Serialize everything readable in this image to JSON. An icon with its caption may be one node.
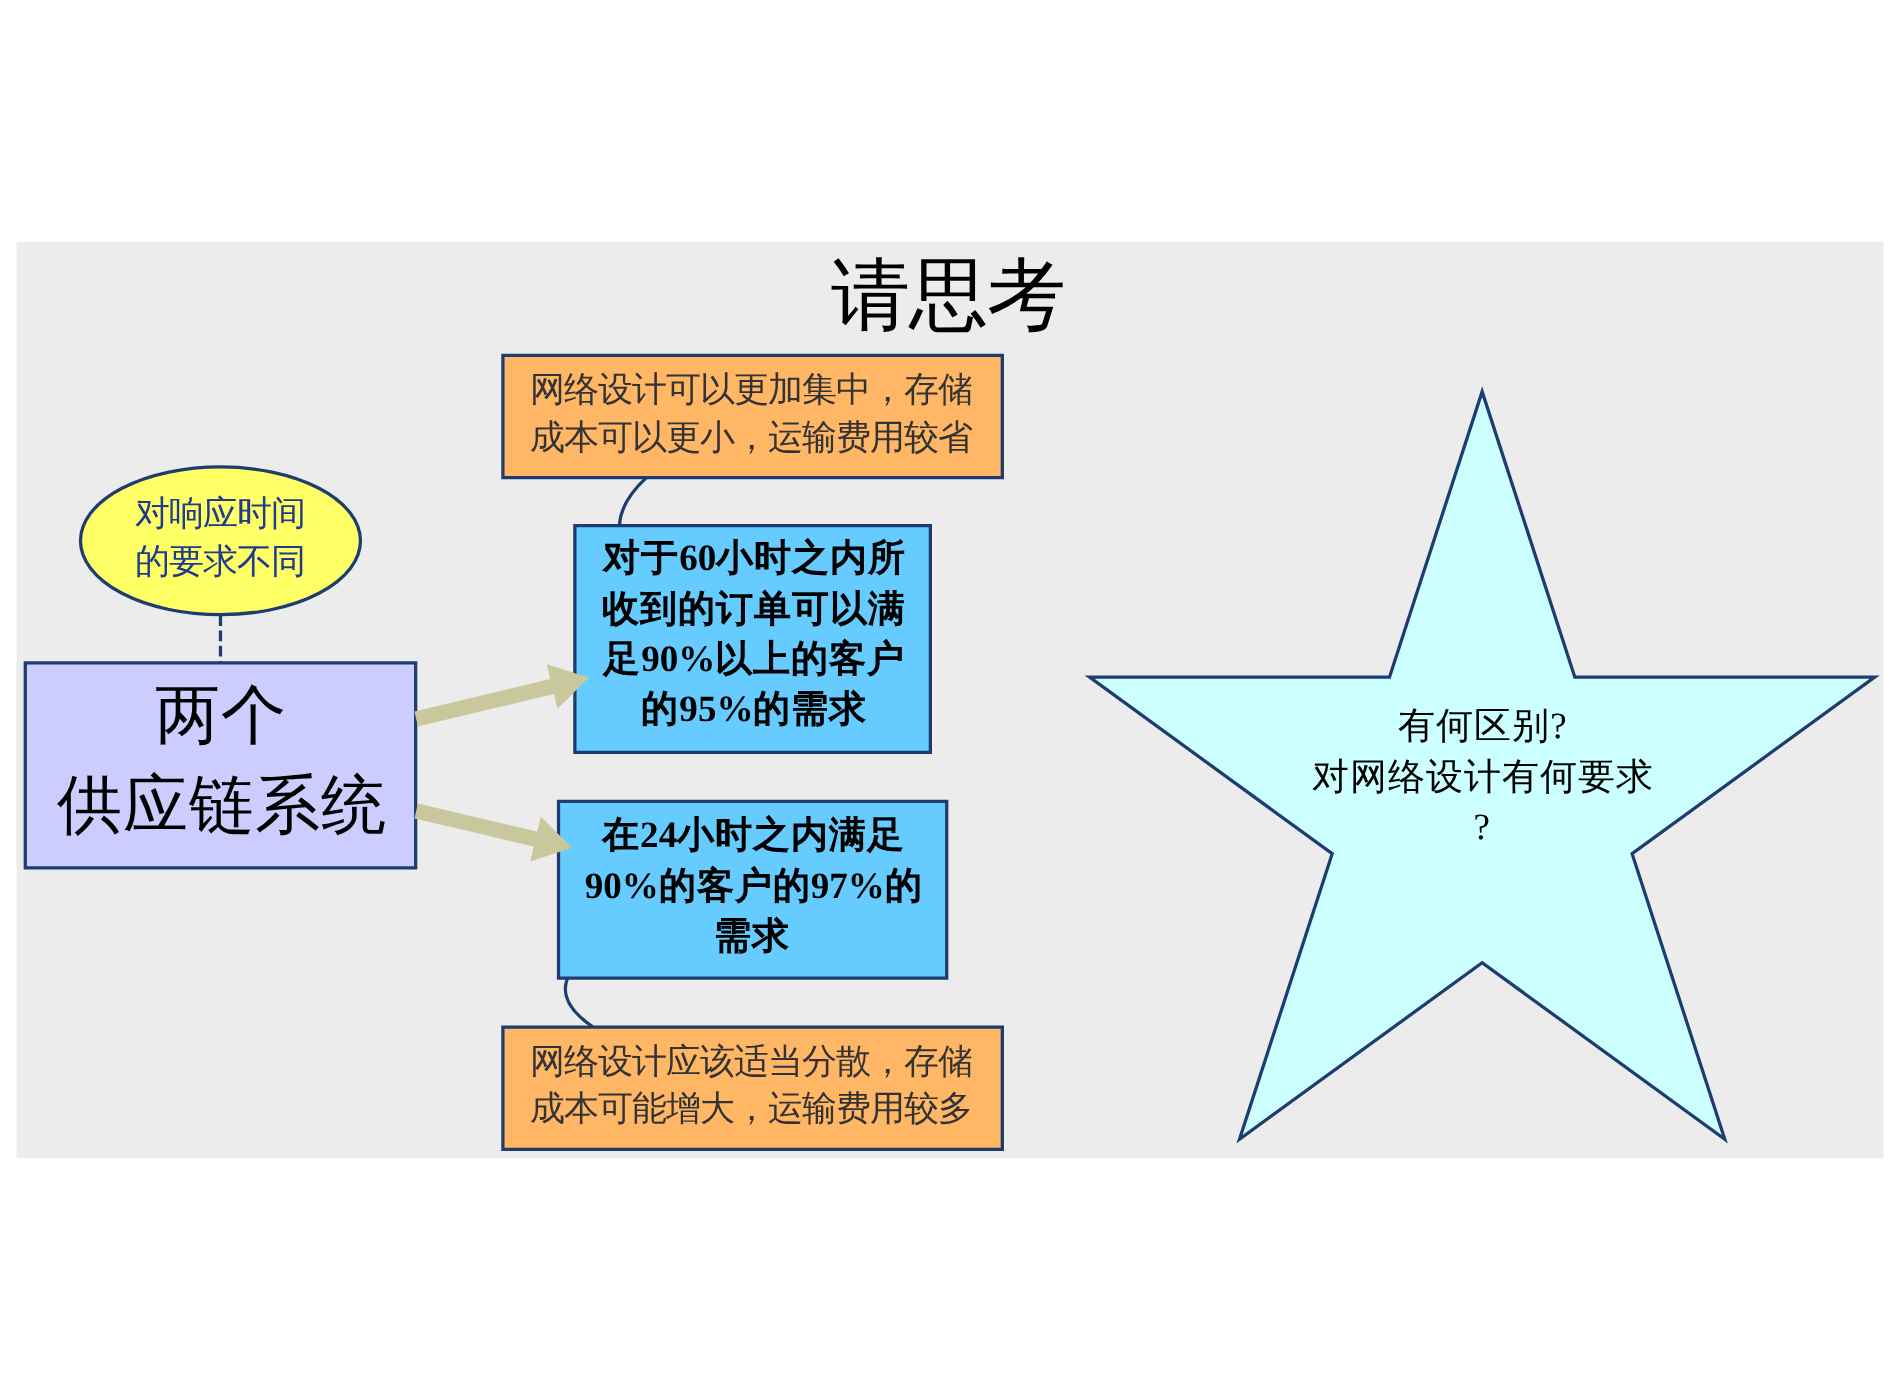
{
  "diagram": {
    "title": "请思考",
    "nodes": [
      {
        "text": [
          "对响应时间的要求不同"
        ]
      },
      {
        "text": [
          "两个供应链系统"
        ]
      },
      {
        "text": [
          "网络设计可以更加集中，存储成本可以更小，运输费用较省"
        ]
      },
      {
        "text": [
          "对于60小时之内所收到的订单可以满足90%以上的客户的95%的需求"
        ]
      },
      {
        "text": [
          "在24小时之内满足90%的客户的97%的需求"
        ]
      },
      {
        "text": [
          "网络设计应该适当分散，存储成本可能增大，运输费用较多"
        ]
      },
      {
        "text": [
          "有何区别?",
          "对网络设计有何要求?"
        ]
      }
    ],
    "edges": [
      {
        "from": 0,
        "to": 1,
        "arrow": "none",
        "style": "dashed"
      },
      {
        "from": 1,
        "to": 3,
        "arrow": "to",
        "style": "thick",
        "color": "#c8c89c"
      },
      {
        "from": 1,
        "to": 4,
        "arrow": "to",
        "style": "thick",
        "color": "#c8c89c"
      },
      {
        "from": 2,
        "to": 3,
        "arrow": "none"
      },
      {
        "from": 5,
        "to": 4,
        "arrow": "none"
      }
    ]
  }
}
